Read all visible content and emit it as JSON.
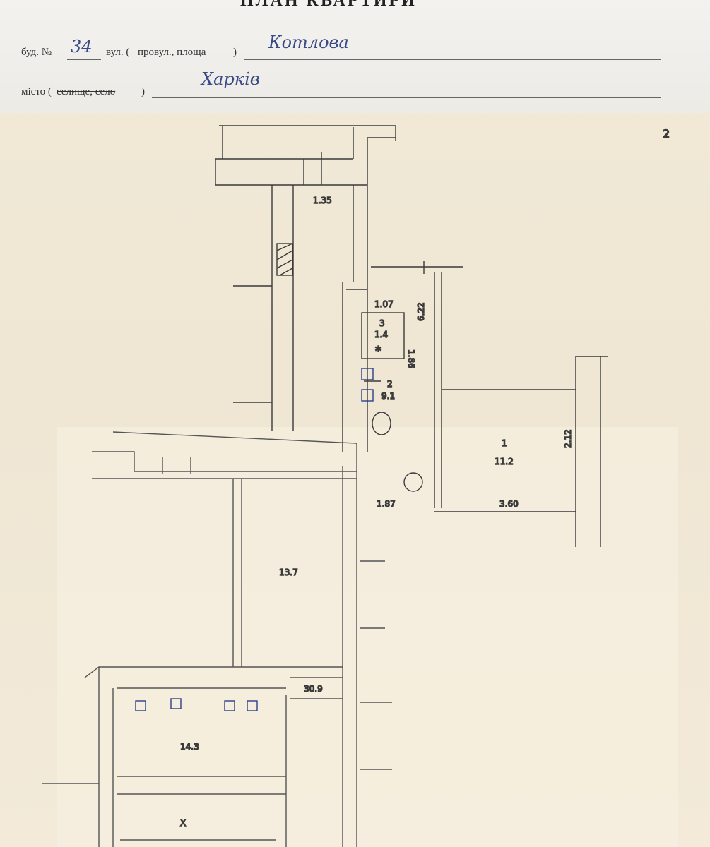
{
  "form": {
    "title": "ПЛАН КВАРТИРИ",
    "house_label": "буд. №",
    "house_number": "34",
    "street_label_prefix": "вул. (",
    "street_label_struck": "провул., площа",
    "street_label_suffix": ")",
    "street_value": "Котлова",
    "city_label_prefix": "місто (",
    "city_label_struck": "селище, село",
    "city_label_suffix": ")",
    "city_value": "Харків"
  },
  "sheet": {
    "page_mark": "2"
  },
  "plan": {
    "dims": {
      "corridor_width": "1.35",
      "kitchen_width": "1.07",
      "side_length": "6.22",
      "bath_depth": "1.86",
      "bottom_left": "1.87",
      "bottom_right": "3.60",
      "right_height": "2.12"
    },
    "rooms": {
      "bath_number": "3",
      "bath_area": "1.4",
      "kitchen_number": "2",
      "kitchen_area": "9.1",
      "room_number": "1",
      "room_area": "11.2"
    },
    "lower_marks": {
      "a": "13.7",
      "b": "30.9",
      "c": "14.3",
      "d": "X"
    }
  }
}
